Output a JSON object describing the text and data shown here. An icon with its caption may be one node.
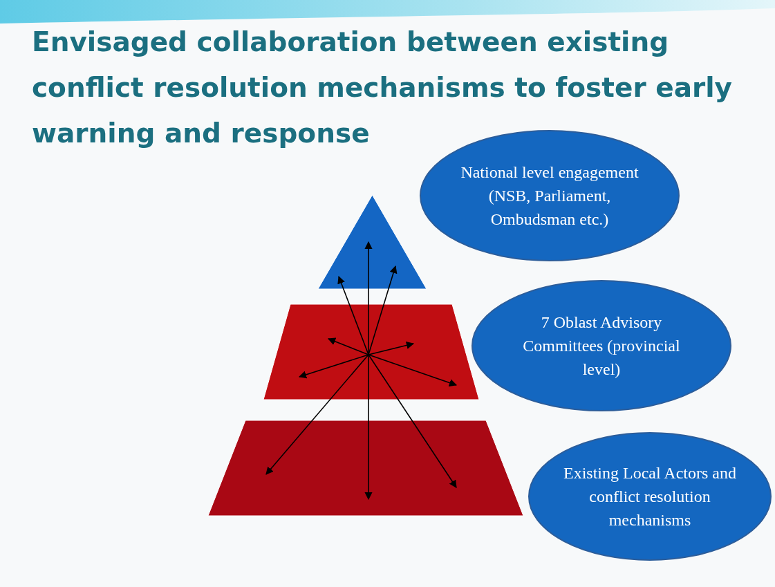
{
  "diagram": {
    "title": "Envisaged collaboration between existing conflict resolution mechanisms to foster early warning and response",
    "nodes": [
      {
        "text": [
          "National level engagement (NSB, Parliament, Ombudsman etc.)"
        ]
      },
      {
        "text": [
          "7 Oblast Advisory Committees (provincial level)"
        ]
      },
      {
        "text": [
          "Existing Local Actors and conflict resolution mechanisms"
        ]
      },
      {
        "text": [],
        "shape": "triangle"
      },
      {
        "text": [],
        "shape": "trapezoid"
      },
      {
        "text": [],
        "shape": "trapezoid"
      }
    ],
    "edges": [
      {
        "from": 4,
        "to": 3,
        "arrow": "to"
      },
      {
        "from": 4,
        "to": 3,
        "arrow": "to"
      },
      {
        "from": 4,
        "to": 3,
        "arrow": "to"
      },
      {
        "from": 4,
        "to": 5,
        "arrow": "to"
      },
      {
        "from": 4,
        "to": 5,
        "arrow": "to"
      },
      {
        "from": 4,
        "to": 5,
        "arrow": "to"
      }
    ]
  }
}
